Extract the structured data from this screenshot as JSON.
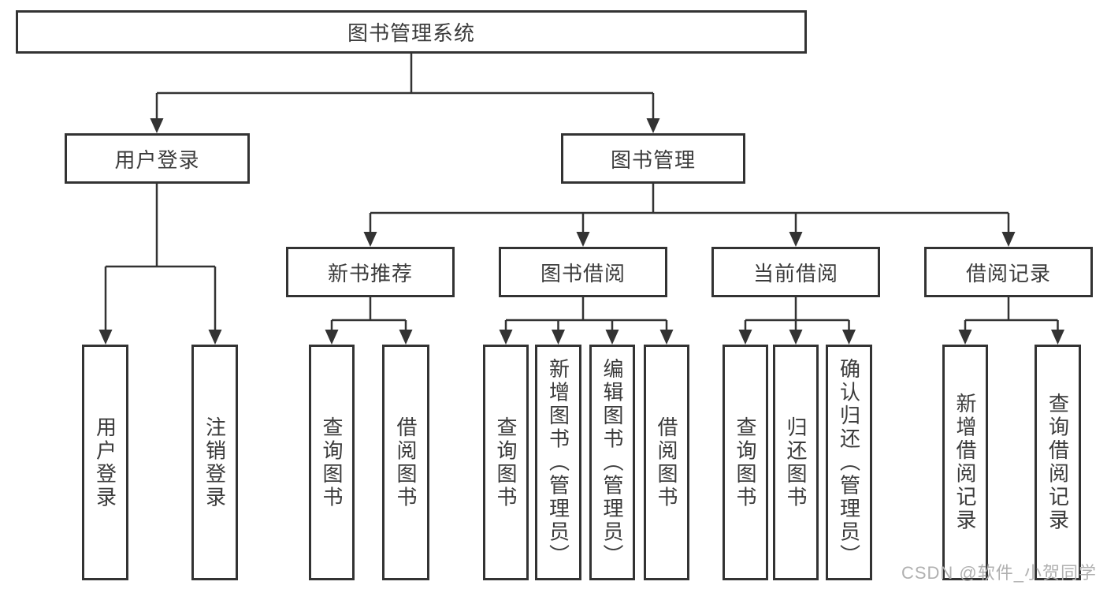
{
  "nodes": {
    "root": "图书管理系统",
    "level2": [
      "用户登录",
      "图书管理"
    ],
    "level3": [
      "新书推荐",
      "图书借阅",
      "当前借阅",
      "借阅记录"
    ],
    "leaves_user_login": [
      "用户登录",
      "注销登录"
    ],
    "leaves_new_book": [
      "查询图书",
      "借阅图书"
    ],
    "leaves_book_borrow": [
      "查询图书",
      "新增图书（管理员）",
      "编辑图书（管理员）",
      "借阅图书"
    ],
    "leaves_current_borrow": [
      "查询图书",
      "归还图书",
      "确认归还（管理员）"
    ],
    "leaves_borrow_record": [
      "新增借阅记录",
      "查询借阅记录"
    ]
  },
  "watermark": "CSDN @软件_小贺同学",
  "colors": {
    "line": "#333333",
    "text": "#3b3b3b",
    "box_background": "#ffffff",
    "watermark": "#b0b0b0"
  }
}
